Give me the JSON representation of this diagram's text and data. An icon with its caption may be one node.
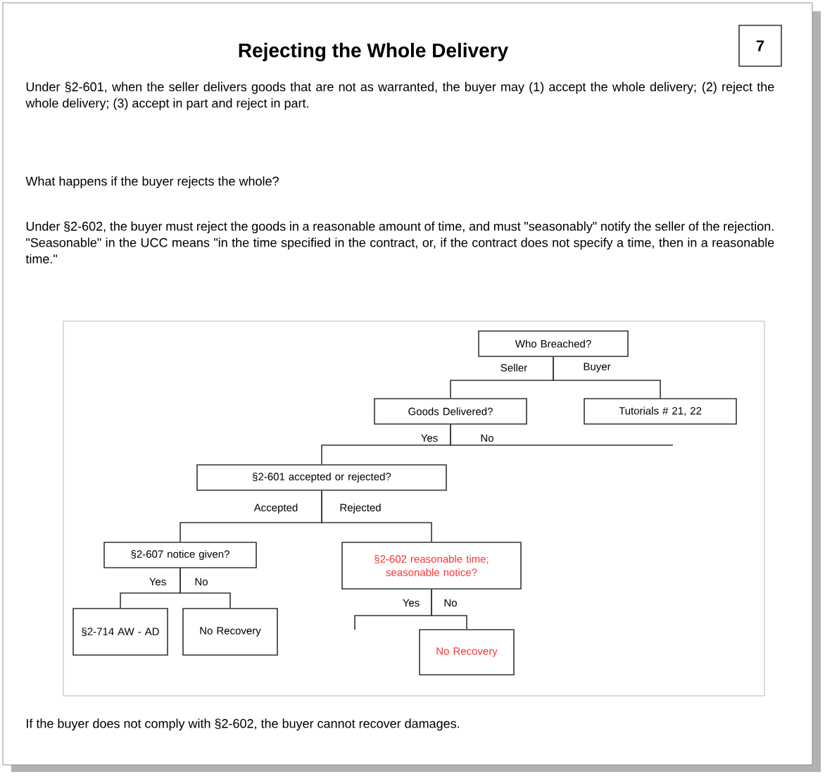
{
  "diagram": {
    "title": "Rejecting the Whole Delivery",
    "nodes": [
      {
        "text": [
          "7"
        ]
      },
      {
        "text": [
          "Who Breached?"
        ]
      },
      {
        "text": [
          "Goods Delivered?"
        ]
      },
      {
        "text": [
          "Tutorials # 21, 22"
        ]
      },
      {
        "text": [
          "§2-601 accepted or rejected?"
        ]
      },
      {
        "text": [
          "§2-607 notice given?"
        ]
      },
      {
        "text": [
          "§2-602 reasonable time; seasonable notice?"
        ]
      },
      {
        "text": [
          "§2-714 AW - AD"
        ]
      },
      {
        "text": [
          "No Recovery"
        ]
      },
      {
        "text": [
          "No Recovery"
        ]
      }
    ],
    "edges": [
      {
        "from": 1,
        "to": 2,
        "arrow": "none",
        "label": "Seller"
      },
      {
        "from": 1,
        "to": 3,
        "arrow": "none",
        "label": "Buyer"
      },
      {
        "from": 2,
        "to": 4,
        "arrow": "none",
        "label": "Yes"
      },
      {
        "from": 2,
        "to": null,
        "arrow": "none",
        "label": "No"
      },
      {
        "from": 4,
        "to": 5,
        "arrow": "none",
        "label": "Accepted"
      },
      {
        "from": 4,
        "to": 6,
        "arrow": "none",
        "label": "Rejected"
      },
      {
        "from": 5,
        "to": 7,
        "arrow": "none",
        "label": "Yes"
      },
      {
        "from": 5,
        "to": 8,
        "arrow": "none",
        "label": "No"
      },
      {
        "from": 6,
        "to": null,
        "arrow": "none",
        "label": "Yes"
      },
      {
        "from": 6,
        "to": 9,
        "arrow": "none",
        "label": "No"
      }
    ],
    "labels": [
      "Under §2-601, when the seller delivers goods that are not as warranted, the buyer may (1) accept the whole delivery; (2) reject the whole delivery; (3) accept in part and reject in part.",
      "What happens if the buyer rejects the whole?",
      "Under §2-602, the buyer must reject the goods in a reasonable amount of time, and must \"seasonably\" notify the seller of the rejection. \"Seasonable\" in the UCC means \"in the time specified in the contract, or, if the contract does not specify a time, then in a reasonable time.\"",
      "If the buyer does not comply with §2-602, the buyer cannot recover damages."
    ]
  }
}
